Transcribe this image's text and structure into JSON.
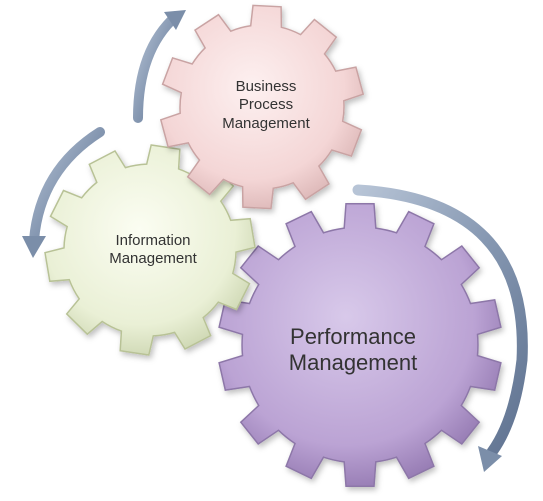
{
  "diagram": {
    "gears": [
      {
        "id": "bpm",
        "lines": [
          "Business",
          "Process",
          "Management"
        ],
        "color": "#f6dcdc"
      },
      {
        "id": "im",
        "lines": [
          "Information",
          "Management"
        ],
        "color": "#eef3dd"
      },
      {
        "id": "pm",
        "lines": [
          "Performance",
          "Management"
        ],
        "color": "#c3aed9"
      }
    ],
    "arrow_color": "#8597b1"
  }
}
